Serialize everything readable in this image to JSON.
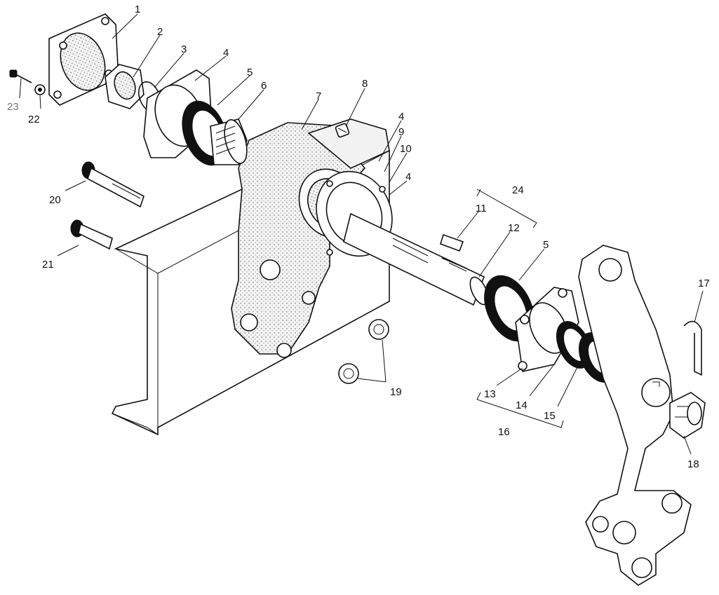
{
  "diagram": {
    "labels": {
      "l1": "1",
      "l2": "2",
      "l3": "3",
      "l4a": "4",
      "l5a": "5",
      "l6": "6",
      "l7": "7",
      "l8": "8",
      "l4b": "4",
      "l9": "9",
      "l10": "10",
      "l4c": "4",
      "l11": "11",
      "l12": "12",
      "l24": "24",
      "l5b": "5",
      "l13": "13",
      "l14": "14",
      "l15": "15",
      "l16": "16",
      "l17": "17",
      "l18": "18",
      "l19": "19",
      "l20": "20",
      "l21": "21",
      "l22": "22",
      "l23": "23"
    },
    "colors": {
      "ink": "#111111",
      "paper": "#ffffff",
      "muted_label": "#777777"
    }
  }
}
